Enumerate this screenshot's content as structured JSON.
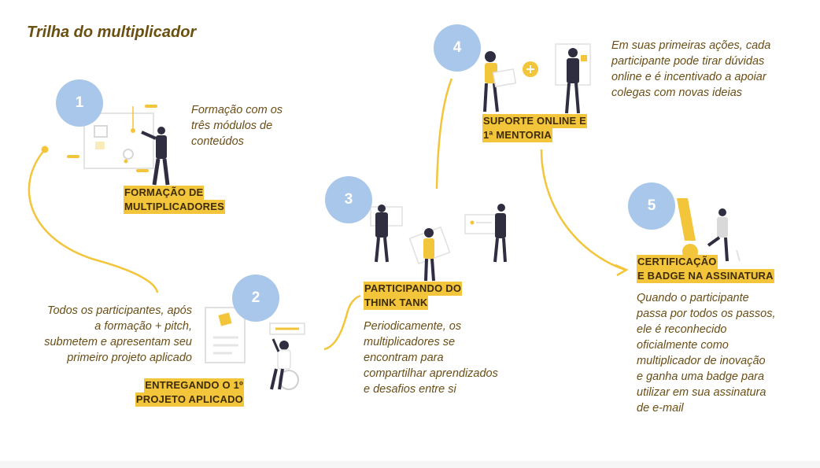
{
  "title": "Trilha do multiplicador",
  "colors": {
    "accent_yellow": "#f2c53b",
    "circle_blue": "#a9c7ea",
    "text_brown": "#6b4e16",
    "title_brown": "#6b4f10"
  },
  "steps": [
    {
      "number": "1",
      "label_lines": [
        "FORMAÇÃO DE",
        "MULTIPLICADORES"
      ],
      "desc_lines": [
        "Formação com os",
        "três módulos de",
        "conteúdos"
      ]
    },
    {
      "number": "2",
      "label_lines": [
        "ENTREGANDO O 1º",
        "PROJETO APLICADO"
      ],
      "desc_lines": [
        "Todos os participantes, após",
        "a formação + pitch,",
        "submetem e apresentam seu",
        "primeiro projeto aplicado"
      ]
    },
    {
      "number": "3",
      "label_lines": [
        "PARTICIPANDO DO",
        "THINK TANK"
      ],
      "desc_lines": [
        "Periodicamente, os",
        "multiplicadores se",
        "encontram para",
        "compartilhar aprendizados",
        "e desafios entre si"
      ]
    },
    {
      "number": "4",
      "label_lines": [
        "SUPORTE ONLINE E",
        "1ª MENTORIA"
      ],
      "desc_lines": [
        "Em suas primeiras ações, cada",
        "participante pode tirar dúvidas",
        "online e é incentivado a apoiar",
        "colegas com novas ideias"
      ]
    },
    {
      "number": "5",
      "label_lines": [
        "CERTIFICAÇÃO",
        "E BADGE NA ASSINATURA"
      ],
      "desc_lines": [
        "Quando o participante",
        "passa por todos os passos,",
        "ele é reconhecido",
        "oficialmente como",
        "multiplicador de inovação",
        "e ganha uma badge para",
        "utilizar em sua assinatura",
        "de e-mail"
      ]
    }
  ]
}
